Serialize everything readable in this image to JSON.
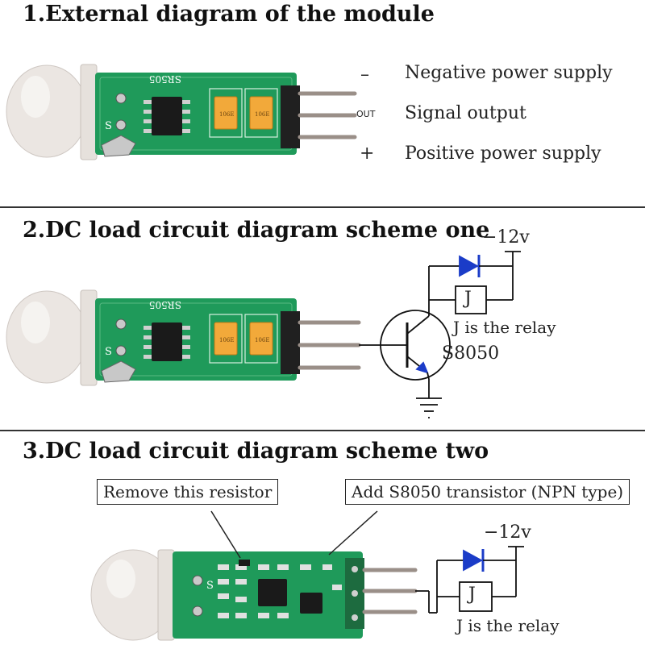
{
  "section1": {
    "heading": "1.External diagram of the module",
    "pins": [
      {
        "symbol": "–",
        "label": "Negative power supply"
      },
      {
        "symbol": "OUT",
        "label": "Signal output"
      },
      {
        "symbol": "+",
        "label": "Positive power supply"
      }
    ]
  },
  "section2": {
    "heading": "2.DC load circuit diagram scheme one",
    "voltage": "−12v",
    "relay_symbol": "J",
    "relay_note": "J is the relay",
    "transistor": "S8050"
  },
  "section3": {
    "heading": "3.DC load circuit diagram scheme two",
    "callout_remove": "Remove this resistor",
    "callout_add": "Add S8050 transistor (NPN type)",
    "voltage": "−12v",
    "relay_symbol": "J",
    "relay_note": "J is the relay"
  },
  "module": {
    "silkscreen": "SR505",
    "pin_s": "S",
    "cap_marks": [
      "106E",
      "106E"
    ]
  },
  "colors": {
    "pcb": "#1f9a5a",
    "lens": "#e9e4e0",
    "cap": "#f2a93a",
    "diode": "#1b3cc8",
    "emitter_arrow": "#1b3cc8"
  }
}
